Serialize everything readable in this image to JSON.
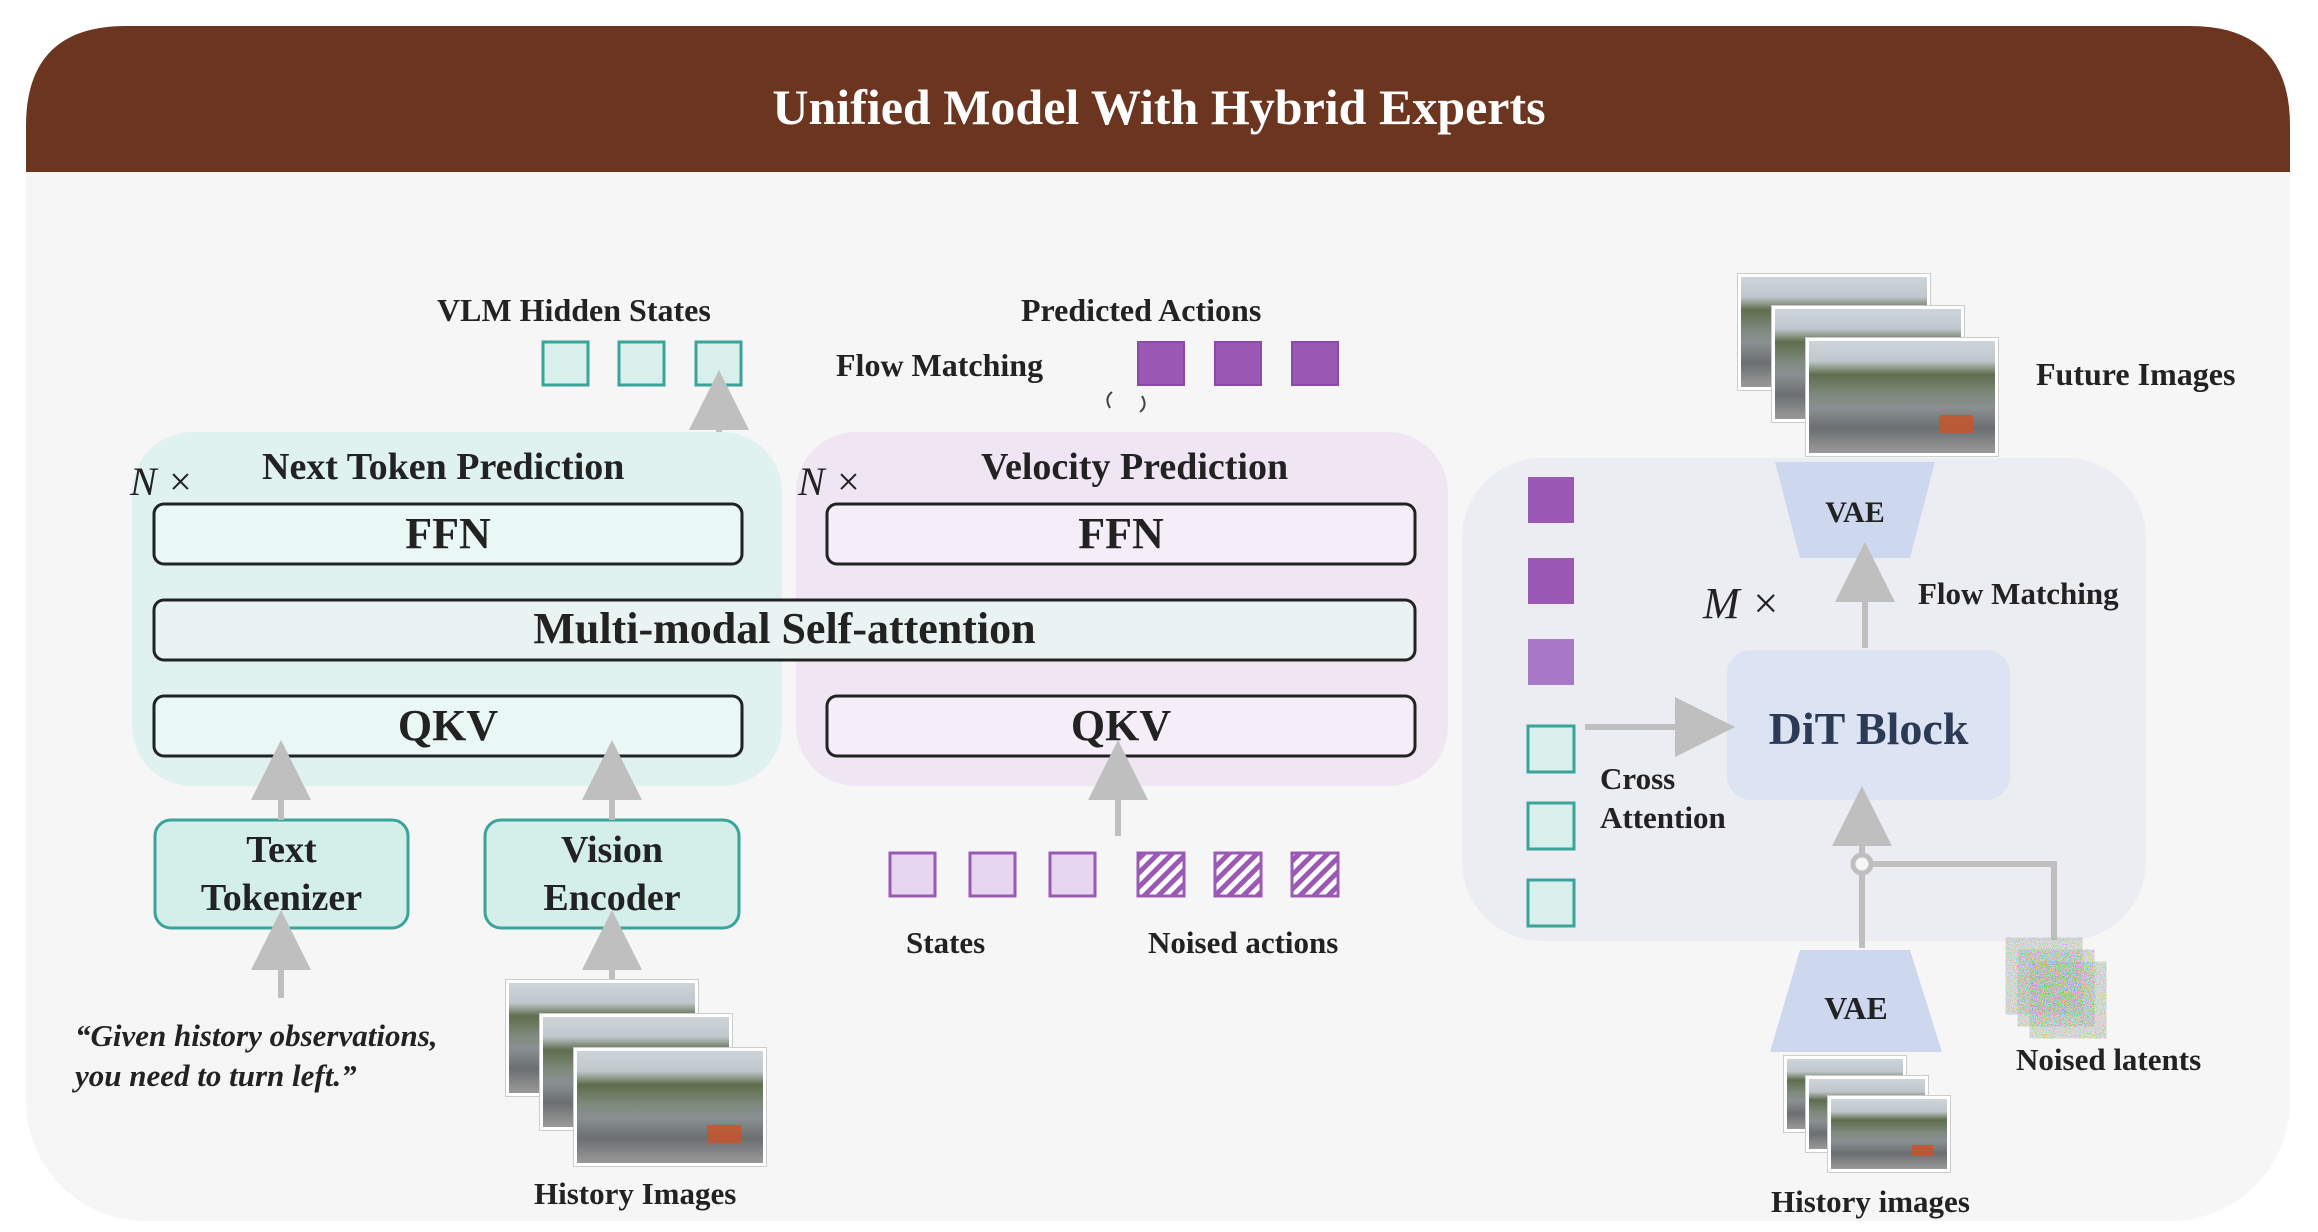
{
  "title": "Unified Model With Hybrid Experts",
  "colors": {
    "banner": "#6b3520",
    "panel": "#f6f6f7",
    "teal_block": "#dff2ef",
    "teal_border": "#3aa39a",
    "lilac_block": "#f0e6f3",
    "purple": "#9b59b6",
    "light_purple": "#e6d6ef",
    "dit_panel": "#ecedf3",
    "dit_block": "#dce3f3",
    "vae": "#cdd7ee",
    "arrow": "#bfbfbf"
  },
  "left": {
    "output_label": "VLM Hidden States",
    "block_title": "Next Token Prediction",
    "repeat": "N ×",
    "ffn": "FFN",
    "qkv": "QKV",
    "tokenizer": "Text Tokenizer",
    "encoder": "Vision Encoder",
    "prompt_line1": "“Given history observations,",
    "prompt_line2": "you need to turn left.”",
    "images_label": "History Images"
  },
  "shared": {
    "attention": "Multi-modal Self-attention"
  },
  "middle": {
    "output_label": "Predicted Actions",
    "flow_label": "Flow Matching",
    "block_title": "Velocity Prediction",
    "repeat": "N ×",
    "ffn": "FFN",
    "qkv": "QKV",
    "states_label": "States",
    "noised_label": "Noised actions"
  },
  "right": {
    "future_label": "Future Images",
    "vae_top": "VAE",
    "repeat": "M ×",
    "flow_label": "Flow Matching",
    "dit": "DiT Block",
    "cross_label_1": "Cross",
    "cross_label_2": "Attention",
    "vae_bottom": "VAE",
    "noised_latents": "Noised latents",
    "history_label": "History images"
  }
}
